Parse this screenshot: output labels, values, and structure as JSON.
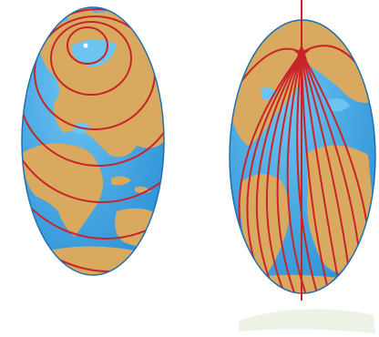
{
  "colors": {
    "ocean": "#2b8fd6",
    "ocean_light": "#6cc4f0",
    "land": "#d9a95f",
    "line": "#c8242a",
    "background": "#ffffff",
    "watermark": "#dde9d2"
  },
  "globes": [
    {
      "role": "left-globe",
      "line_style": "concentric-circles",
      "line_count": 7
    },
    {
      "role": "right-globe",
      "line_style": "meridians-through-pole",
      "line_count": 14,
      "marker": "pole-star",
      "axis": true
    }
  ]
}
